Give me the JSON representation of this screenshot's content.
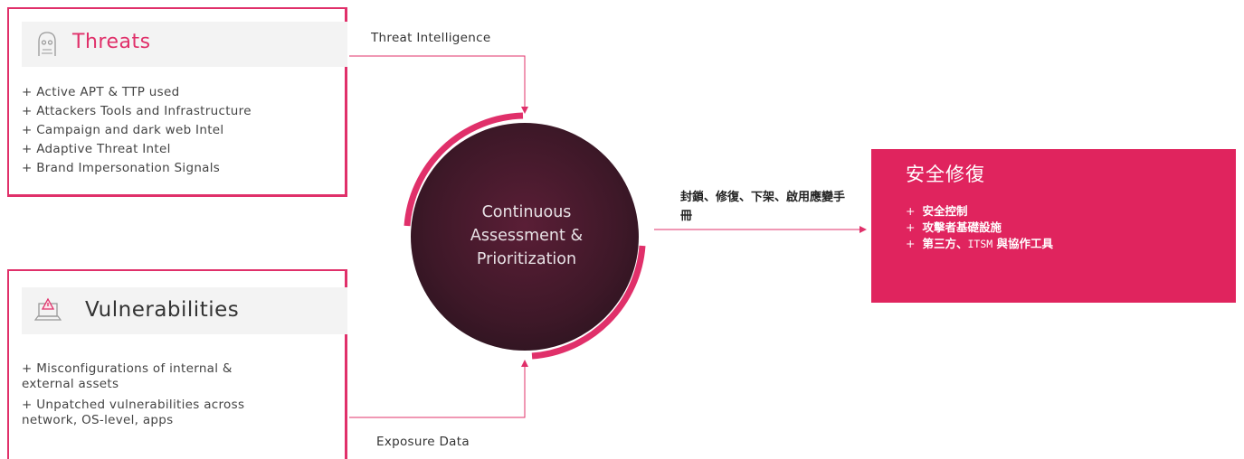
{
  "threats": {
    "title": "Threats",
    "icon": "hooded-hacker-icon",
    "items": [
      "+ Active APT & TTP used",
      "+ Attackers Tools and Infrastructure",
      "+ Campaign and dark web Intel",
      "+ Adaptive Threat Intel",
      "+ Brand Impersonation Signals"
    ]
  },
  "vulnerabilities": {
    "title": "Vulnerabilities",
    "icon": "laptop-warning-icon",
    "items": [
      "+ Misconfigurations of internal & external assets",
      "+ Unpatched vulnerabilities across network, OS-level, apps"
    ]
  },
  "flows": {
    "threat_intelligence": "Threat Intelligence",
    "exposure_data": "Exposure Data"
  },
  "center": {
    "line1": "Continuous",
    "line2": "Assessment &",
    "line3": "Prioritization"
  },
  "action_label": "封鎖、修復、下架、啟用應變手冊",
  "remediation": {
    "title": "安全修復",
    "items": [
      {
        "plus": "+",
        "text": "安全控制"
      },
      {
        "plus": "+",
        "text": "攻擊者基礎設施"
      },
      {
        "plus": "+",
        "text_pre": "第三方、",
        "text_mono": "ITSM",
        "text_post": " 與協作工具"
      }
    ]
  },
  "colors": {
    "accent": "#e0306a",
    "remediation_bg": "#e0245e",
    "circle_dark": "#3a1624",
    "circle_mid": "#6b1f3a"
  }
}
